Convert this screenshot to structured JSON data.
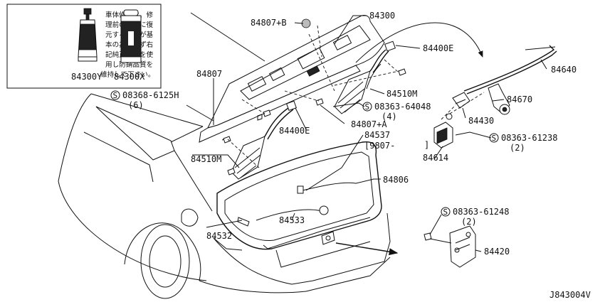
{
  "note": {
    "lines": [
      "車体修理は、修",
      "理前の状態に復",
      "元することが基",
      "本の為、必ず右",
      "記純正部品を使",
      "用し防錆品質を",
      "維持して下さい。"
    ],
    "labels": [
      "84300Y",
      "84300X"
    ]
  },
  "callouts": {
    "p84300": "84300",
    "p84807B": "84807+B",
    "p84400E_top": "84400E",
    "p84640": "84640",
    "p84807": "84807",
    "p84510M_r": "84510M",
    "p84670": "84670",
    "s08368": "08368-6125H",
    "s08368_qty": "(6)",
    "s08363_64048": "08363-64048",
    "s08363_64048_qty": "(4)",
    "p84430": "84430",
    "p84400E_mid": "84400E",
    "p84807A": "84807+A",
    "s08363_61238": "08363-61238",
    "s08363_61238_qty": "(2)",
    "p84537": "84537",
    "p84537_date": "[9807-",
    "p84537_close": "]",
    "p84614": "84614",
    "p84510M_l": "84510M",
    "p84806": "84806",
    "s08363_61248": "08363-61248",
    "s08363_61248_qty": "(2)",
    "p84532": "84532",
    "p84533": "84533",
    "p84420": "84420"
  },
  "screw_symbol": "S",
  "diagram_id": "J843004V"
}
